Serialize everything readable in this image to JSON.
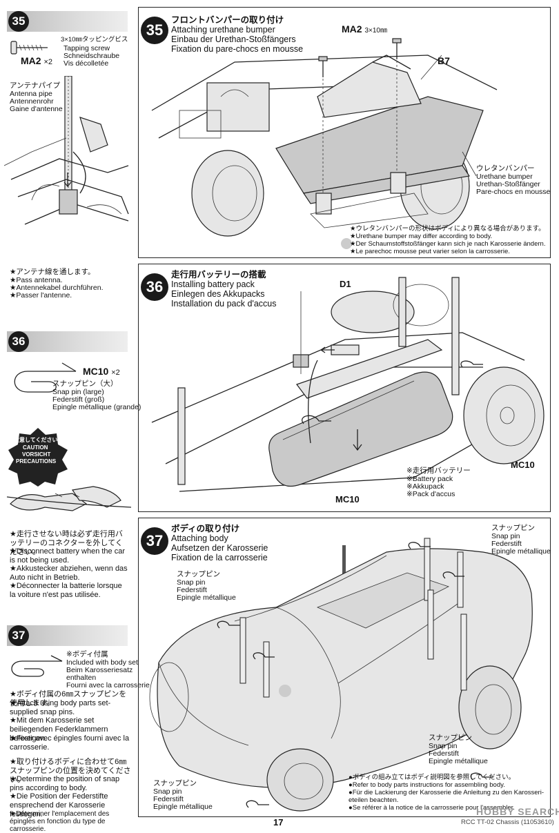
{
  "left": {
    "s35": {
      "num": "35",
      "screw_jp": "3×10㎜タッピングビス",
      "screw_en": "Tapping screw",
      "screw_de": "Schneidschraube",
      "screw_fr": "Vis décolletée",
      "part": "MA2",
      "qty": "×2",
      "pipe_jp": "アンテナパイプ",
      "pipe_en": "Antenna pipe",
      "pipe_de": "Antennenrohr",
      "pipe_fr": "Gaine d'antenne",
      "n1": "★アンテナ線を通します。",
      "n2": "★Pass antenna.",
      "n3": "★Antennekabel durchführen.",
      "n4": "★Passer l'antenne."
    },
    "s36": {
      "num": "36",
      "part": "MC10",
      "qty": "×2",
      "pin_jp": "スナップピン（大）",
      "pin_en": "Snap pin (large)",
      "pin_de": "Federstift (groß)",
      "pin_fr": "Epingle métallique (grande)",
      "caution_jp": "注意してください",
      "caution_en": "CAUTION",
      "caution_de": "VORSICHT",
      "caution_fr": "PRECAUTIONS",
      "n1": "★走行させない時は必ず走行用バッテリーのコネクターを外してください。",
      "n2": "★Disconnect battery when the car is not being used.",
      "n3": "★Akkustecker abziehen, wenn das Auto nicht in Betrieb.",
      "n4": "★Déconnecter la batterie lorsque la voiture n'est pas utilisée."
    },
    "s37": {
      "num": "37",
      "incl_jp": "※ボディ付属",
      "incl_en": "Included with body set",
      "incl_de1": "Beim Karosseriesatz",
      "incl_de2": "enthalten",
      "incl_fr": "Fourni avec la carrosserie",
      "n1": "★ボディ付属の6㎜スナップピンを使用します。",
      "n2": "★Attach using body parts set-supplied snap pins.",
      "n3": "★Mit dem Karosserie set beiliegenden Federklammern befestigen.",
      "n4": "★Fixer avec épingles fourni avec la carrosserie.",
      "n5": "★取り付けるボディに合わせて6㎜スナップピンの位置を決めてください。",
      "n6": "★Determine the position of snap pins according to body.",
      "n7": "★Die Position der Federstifte enspre­chend der Karosserie festlegen.",
      "n8": "★Déterminer l'emplacement des épingles en fonction du type de carrosserie."
    }
  },
  "step35": {
    "num": "35",
    "jp": "フロントバンパーの取り付け",
    "en": "Attaching urethane bumper",
    "de": "Einbau der Urethan-Stoßfängers",
    "fr": "Fixation du pare-chocs en mousse",
    "screw_label": "MA2",
    "screw_size": "3×10㎜",
    "b7": "B7",
    "bumper_jp": "ウレタンバンパー",
    "bumper_en": "Urethane bumper",
    "bumper_de": "Urethan-Stoßfänger",
    "bumper_fr": "Pare-chocs en mousse",
    "n1": "★ウレタンバンパーの形状はボディにより異なる場合があります。",
    "n2": "★Urethane bumper may differ according to body.",
    "n3": "★Der Schaumstoffstoßfänger kann sich je nach Karosserie ändern.",
    "n4": "★Le parechoc mousse peut varier selon la carrosserie."
  },
  "step36": {
    "num": "36",
    "jp": "走行用バッテリーの搭載",
    "en": "Installing battery pack",
    "de": "Einlegen des Akkupacks",
    "fr": "Installation du pack d'accus",
    "d1": "D1",
    "mc10a": "MC10",
    "mc10b": "MC10",
    "batt_jp": "※走行用バッテリー",
    "batt_en": "※Battery pack",
    "batt_de": "※Akkupack",
    "batt_fr": "※Pack d'accus"
  },
  "step37": {
    "num": "37",
    "jp": "ボディの取り付け",
    "en": "Attaching body",
    "de": "Aufsetzen der Karosserie",
    "fr": "Fixation de la carrosserie",
    "pin_jp": "スナップピン",
    "pin_en": "Snap pin",
    "pin_de": "Federstift",
    "pin_fr": "Epingle métallique",
    "n1": "●ボディの組み立てはボディ説明図を参照してください。",
    "n2": "●Refer to body parts instructions for assembling body.",
    "n3": "●Für die Lackierung der Karosserie die Anleitung zu den Karosseri­eteilen beachten.",
    "n4": "●Se référer à la notice de la carrosserie pour l'assembler."
  },
  "footer": {
    "page": "17",
    "code": "RCC TT-02 Chassis (11053610)",
    "watermark": "HOBBY SEARCH"
  }
}
